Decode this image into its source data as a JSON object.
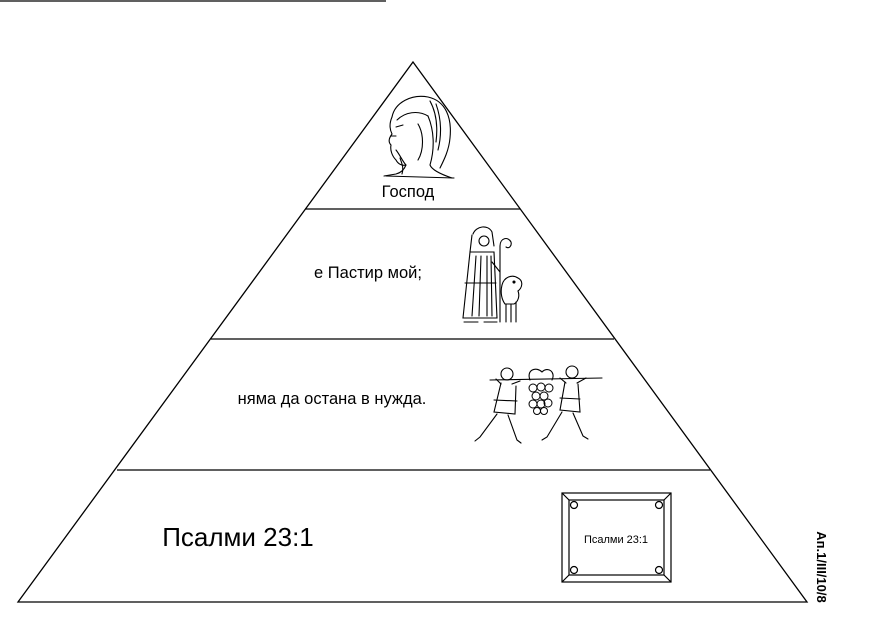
{
  "tiers": [
    {
      "label": "Господ",
      "icon": "jesus-portrait-icon"
    },
    {
      "label": "е Пастир мой;",
      "icon": "shepherd-with-lamb-icon"
    },
    {
      "label": "няма да остана в нужда.",
      "icon": "spies-carrying-grapes-icon"
    },
    {
      "label": "Псалми 23:1",
      "icon": "framed-plaque-icon"
    }
  ],
  "plaque_text": "Псалми 23:1",
  "side_code": "Ап.1/III/10/8"
}
